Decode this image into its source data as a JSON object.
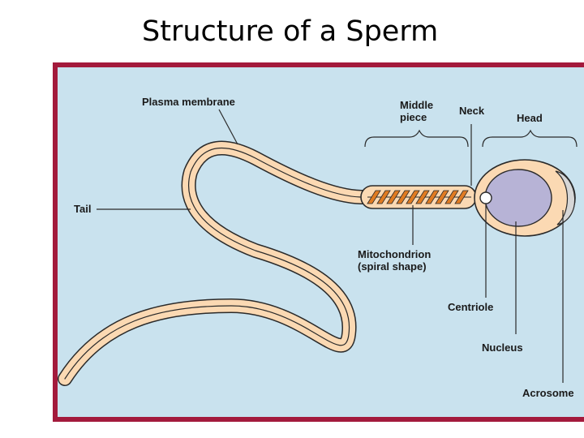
{
  "title": "Structure of a Sperm",
  "colors": {
    "frame": "#a31a3c",
    "background": "#c9e2ee",
    "cell_fill": "#fbd9b3",
    "cell_stroke": "#2a2a2a",
    "mitochondrion": "#e07b22",
    "nucleus": "#b7b3d6",
    "acrosome": "#d6d6d6"
  },
  "labels": {
    "plasma_membrane": "Plasma membrane",
    "tail": "Tail",
    "middle_piece_line1": "Middle",
    "middle_piece_line2": "piece",
    "neck": "Neck",
    "head": "Head",
    "mitochondrion_line1": "Mitochondrion",
    "mitochondrion_line2": "(spiral shape)",
    "centriole": "Centriole",
    "nucleus": "Nucleus",
    "acrosome": "Acrosome"
  }
}
